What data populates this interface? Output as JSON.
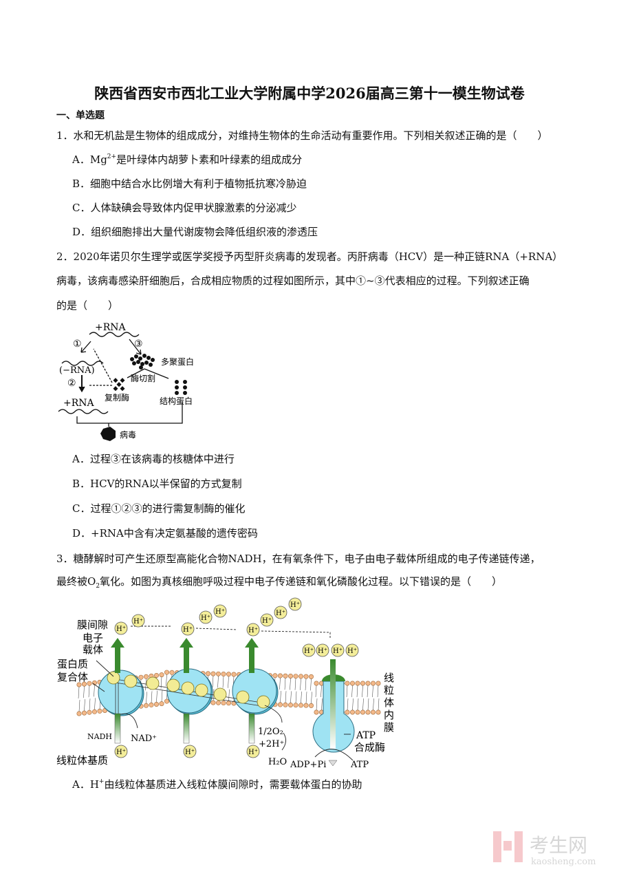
{
  "title": "陕西省西安市西北工业大学附属中学2026届高三第十一模生物试卷",
  "section": "一、单选题",
  "q1": {
    "stem": "1．水和无机盐是生物体的组成成分，对维持生物体的生命活动有重要作用。下列相关叙述正确的是（　　）",
    "options": {
      "A_pre": "A．Mg",
      "A_sup": "2+",
      "A_post": "是叶绿体内胡萝卜素和叶绿素的组成成分",
      "B": "B．细胞中结合水比例增大有利于植物抵抗寒冷胁迫",
      "C": "C．人体缺碘会导致体内促甲状腺激素的分泌减少",
      "D": "D．组织细胞排出大量代谢废物会降低组织液的渗透压"
    }
  },
  "q2": {
    "line1": "2．2020年诺贝尔生理学或医学奖授予丙型肝炎病毒的发现者。丙肝病毒（HCV）是一种正链RNA（+RNA）",
    "line2": "病毒，该病毒感染肝细胞后，合成相应物质的过程如图所示，其中①~③代表相应的过程。下列叙述正确",
    "line3": "的是（　　）",
    "figure": {
      "plus_rna_top": "+RNA",
      "step1": "①",
      "step2": "②",
      "step3": "③",
      "minus_rna": "(−RNA)",
      "plus_rna_bottom": "+RNA",
      "polyprotein": "多聚蛋白",
      "enzyme_cut": "酶切割",
      "replicase": "复制酶",
      "structural_protein": "结构蛋白",
      "virus": "病毒"
    },
    "options": {
      "A": "A．过程③在该病毒的核糖体中进行",
      "B": "B．HCV的RNA以半保留的方式复制",
      "C": "C．过程①②③的进行需复制酶的催化",
      "D": "D．+RNA中含有决定氨基酸的遗传密码"
    }
  },
  "q3": {
    "line1": "3．糖酵解时可产生还原型高能化合物NADH，在有氧条件下，电子由电子载体所组成的电子传递链传递，",
    "line2_pre": "最终被O",
    "line2_sub": "2",
    "line2_post": "氧化。如图为真核细胞呼吸过程中电子传递链和氧化磷酸化过程。以下错误的是（　　）",
    "figure": {
      "intermembrane_space": "膜间隙",
      "electron_carrier_1": "电子",
      "electron_carrier_2": "载体",
      "protein_complex_1": "蛋白质",
      "protein_complex_2": "复合体",
      "matrix": "线粒体基质",
      "inner_membrane": [
        "线",
        "粒",
        "体",
        "内",
        "膜"
      ],
      "proton": "H⁺",
      "nadh": "NADH",
      "nad": "NAD⁺",
      "o2": "1/2O₂",
      "h2": "+2H⁺",
      "h2o": "H₂O",
      "adp": "ADP+Pi",
      "atp": "ATP",
      "atp_synthase_1": "ATP",
      "atp_synthase_2": "合成酶"
    },
    "options": {
      "A_pre": "A．H",
      "A_sup": "+",
      "A_post": "由线粒体基质进入线粒体膜间隙时，需要载体蛋白的协助"
    }
  },
  "watermark": {
    "cn": "考生网",
    "en": "kaosheng.com"
  }
}
